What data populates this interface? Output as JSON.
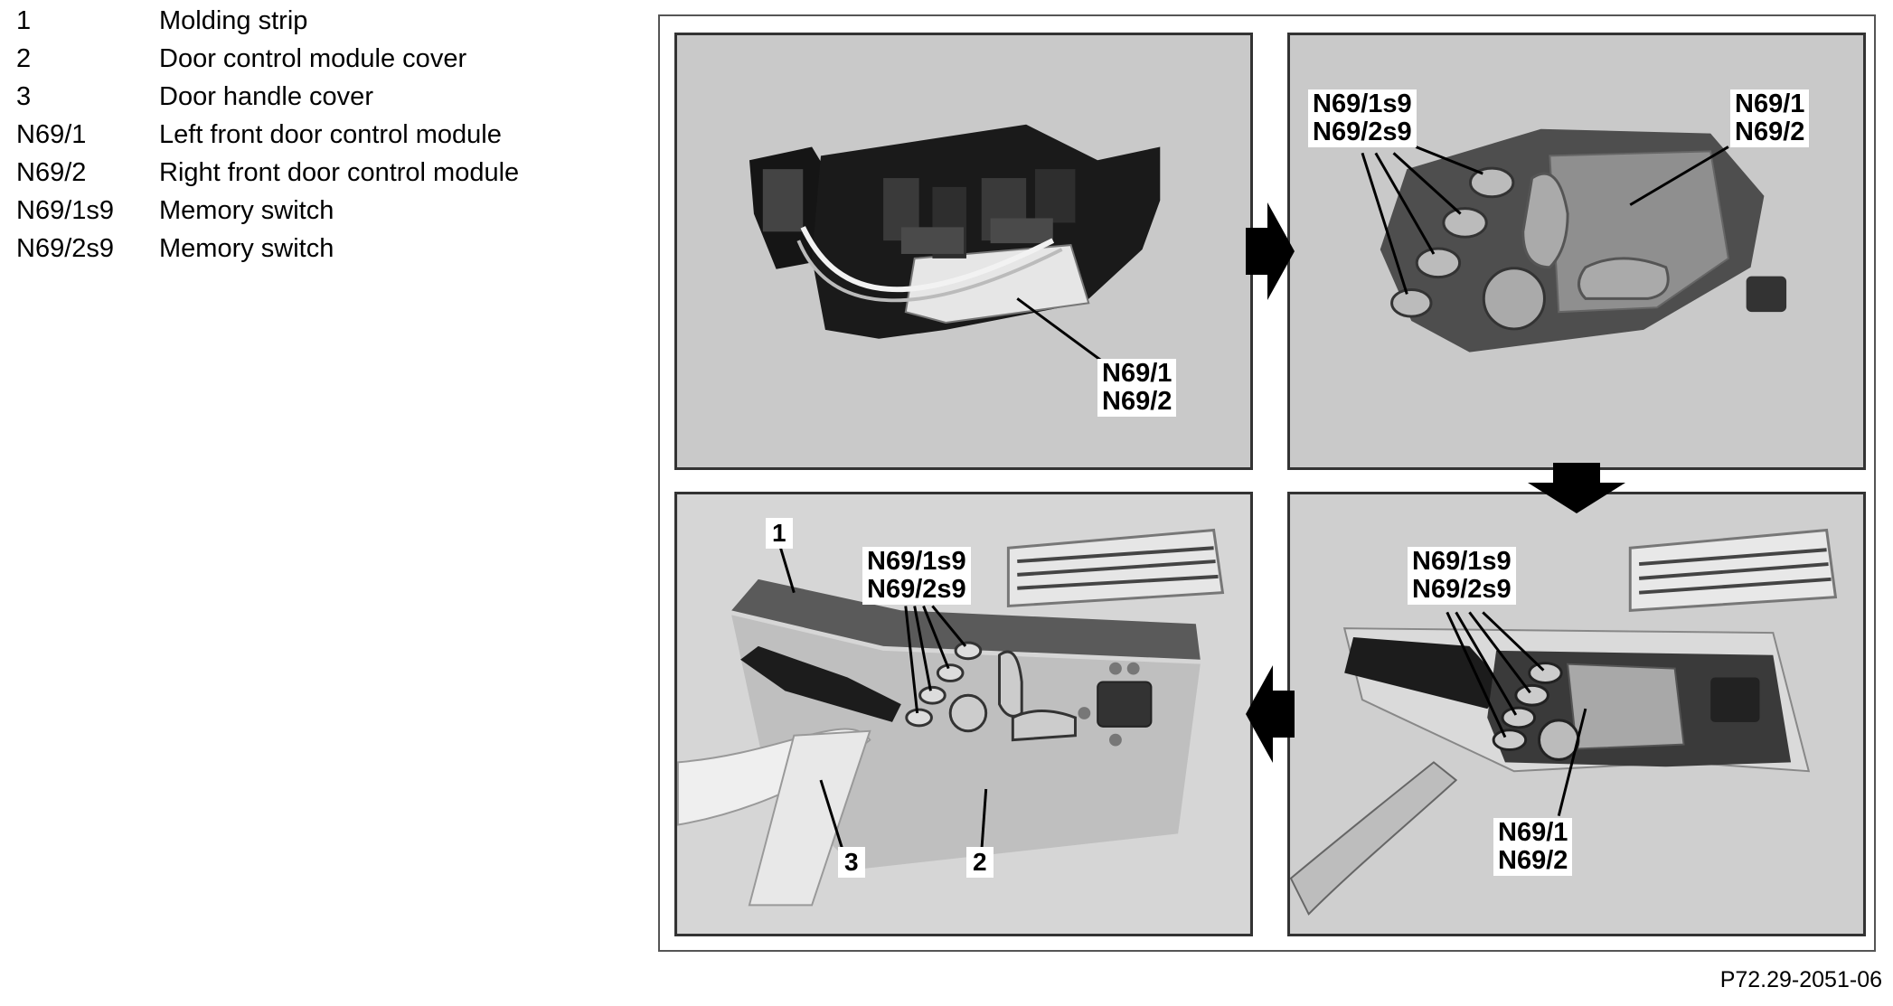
{
  "legend": [
    {
      "key": "1",
      "desc": "Molding strip"
    },
    {
      "key": "2",
      "desc": "Door control module cover"
    },
    {
      "key": "3",
      "desc": "Door handle cover"
    },
    {
      "key": "N69/1",
      "desc": "Left front door control module"
    },
    {
      "key": "N69/2",
      "desc": "Right front door control module"
    },
    {
      "key": "N69/1s9",
      "desc": "Memory switch"
    },
    {
      "key": "N69/2s9",
      "desc": "Memory switch"
    }
  ],
  "panels": {
    "top_left": {
      "module_label_line1": "N69/1",
      "module_label_line2": "N69/2"
    },
    "top_right": {
      "switch_label_line1": "N69/1s9",
      "switch_label_line2": "N69/2s9",
      "module_label_line1": "N69/1",
      "module_label_line2": "N69/2"
    },
    "bottom_right": {
      "switch_label_line1": "N69/1s9",
      "switch_label_line2": "N69/2s9",
      "module_label_line1": "N69/1",
      "module_label_line2": "N69/2"
    },
    "bottom_left": {
      "switch_label_line1": "N69/1s9",
      "switch_label_line2": "N69/2s9",
      "num_1": "1",
      "num_2": "2",
      "num_3": "3"
    }
  },
  "figure_code": "P72.29-2051-06"
}
